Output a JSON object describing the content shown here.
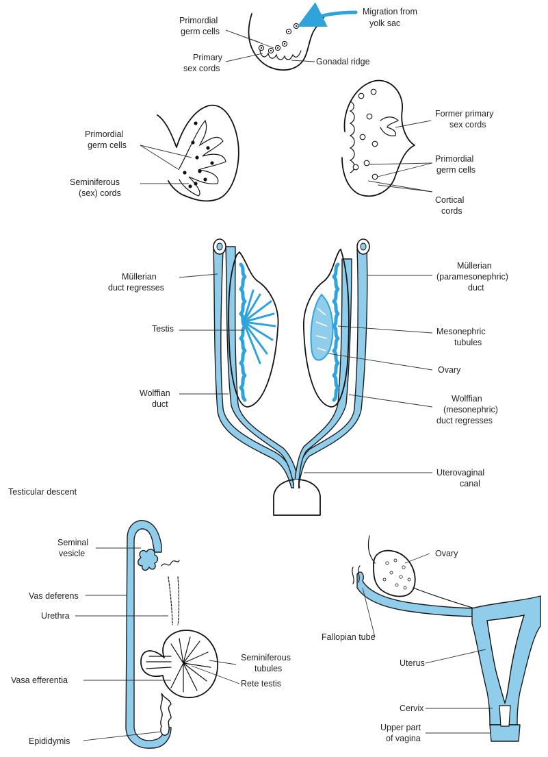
{
  "colors": {
    "duct_blue": "#2ea3dc",
    "duct_fill": "#8fcdeb",
    "ink": "#111111"
  },
  "labels": {
    "migration_line1": "Migration from",
    "migration_line2": "yolk sac",
    "primordial_top_1": "Primordial",
    "primordial_top_2": "germ cells",
    "primary_sex_1": "Primary",
    "primary_sex_2": "sex cords",
    "gonadal_ridge": "Gonadal ridge",
    "primordial_left_1": "Primordial",
    "primordial_left_2": "germ cells",
    "seminiferous_cords_1": "Seminiferous",
    "seminiferous_cords_2": "(sex) cords",
    "former_primary_1": "Former primary",
    "former_primary_2": "sex cords",
    "primordial_right_1": "Primordial",
    "primordial_right_2": "germ cells",
    "cortical_1": "Cortical",
    "cortical_2": "cords",
    "mullerian_regress_1": "Müllerian",
    "mullerian_regress_2": "duct regresses",
    "testis": "Testis",
    "wolffian_1": "Wolffian",
    "wolffian_2": "duct",
    "mullerian_para_1": "Müllerian",
    "mullerian_para_2": "(paramesonephric)",
    "mullerian_para_3": "duct",
    "mesonephric_1": "Mesonephric",
    "mesonephric_2": "tubules",
    "ovary_mid": "Ovary",
    "wolffian_regress_1": "Wolffian",
    "wolffian_regress_2": "(mesonephric)",
    "wolffian_regress_3": "duct regresses",
    "uterovaginal_1": "Uterovaginal",
    "uterovaginal_2": "canal",
    "testicular_descent": "Testicular descent",
    "seminal_1": "Seminal",
    "seminal_2": "vesicle",
    "vas_deferens": "Vas deferens",
    "urethra": "Urethra",
    "vasa_efferentia": "Vasa efferentia",
    "epididymis": "Epididymis",
    "seminiferous_tubules_1": "Seminiferous",
    "seminiferous_tubules_2": "tubules",
    "rete_testis": "Rete testis",
    "ovary_bottom": "Ovary",
    "fallopian_tube": "Fallopian tube",
    "uterus": "Uterus",
    "cervix": "Cervix",
    "vagina_1": "Upper part",
    "vagina_2": "of vagina"
  }
}
